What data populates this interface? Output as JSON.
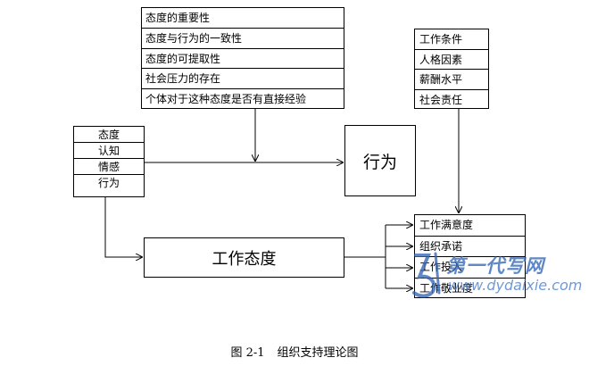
{
  "diagram": {
    "influence_factors": [
      "态度的重要性",
      "态度与行为的一致性",
      "态度的可提取性",
      "社会压力的存在",
      "个体对于这种态度是否有直接经验"
    ],
    "work_factors": [
      "工作条件",
      "人格因素",
      "薪酬水平",
      "社会责任"
    ],
    "attitude": {
      "title": "态度",
      "components": [
        "认知",
        "情感",
        "行为"
      ]
    },
    "behavior": "行为",
    "work_attitude": "工作态度",
    "outcomes": [
      "工作满意度",
      "组织承诺",
      "工作投入",
      "工作敬业度"
    ]
  },
  "caption": {
    "number": "图 2-1",
    "title": "组织支持理论图"
  },
  "watermark": {
    "text": "第一代写网",
    "url": "www.dydaixie.com",
    "color": "#3567b5"
  }
}
